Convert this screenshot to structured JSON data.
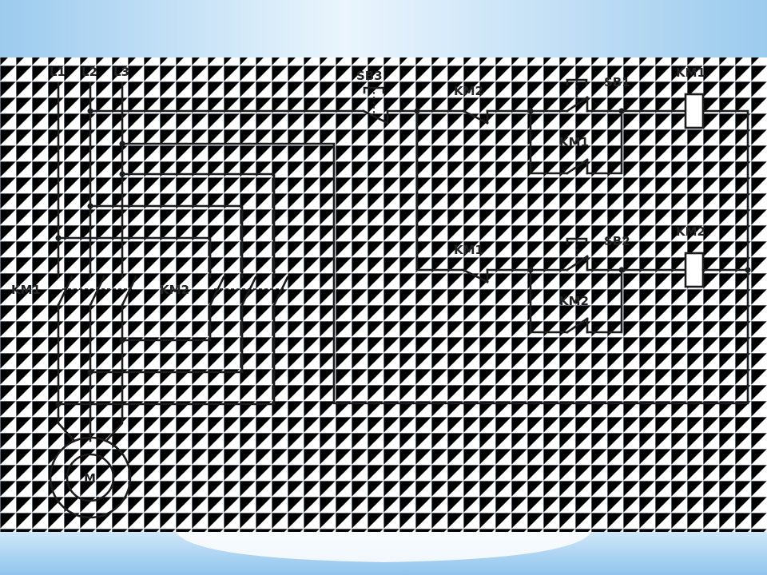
{
  "diagram": {
    "lines": [
      "L1",
      "L2",
      "L3"
    ],
    "contactor_labels": {
      "power_km1": "KM1",
      "power_km2": "KM2",
      "ctl_km2_interlock": "KM2",
      "ctl_km1_hold": "KM1",
      "ctl_km1_interlock": "KM1",
      "ctl_km2_hold": "KM2",
      "coil_km1": "KM1",
      "coil_km2": "KM2"
    },
    "buttons": {
      "stop": "SB3",
      "forward": "SB1",
      "reverse": "SB2"
    },
    "motor": "M"
  },
  "colors": {
    "sky_top": "#a8d3f2",
    "grid": "#b9c6e0",
    "wire": "#1c1c1c"
  }
}
